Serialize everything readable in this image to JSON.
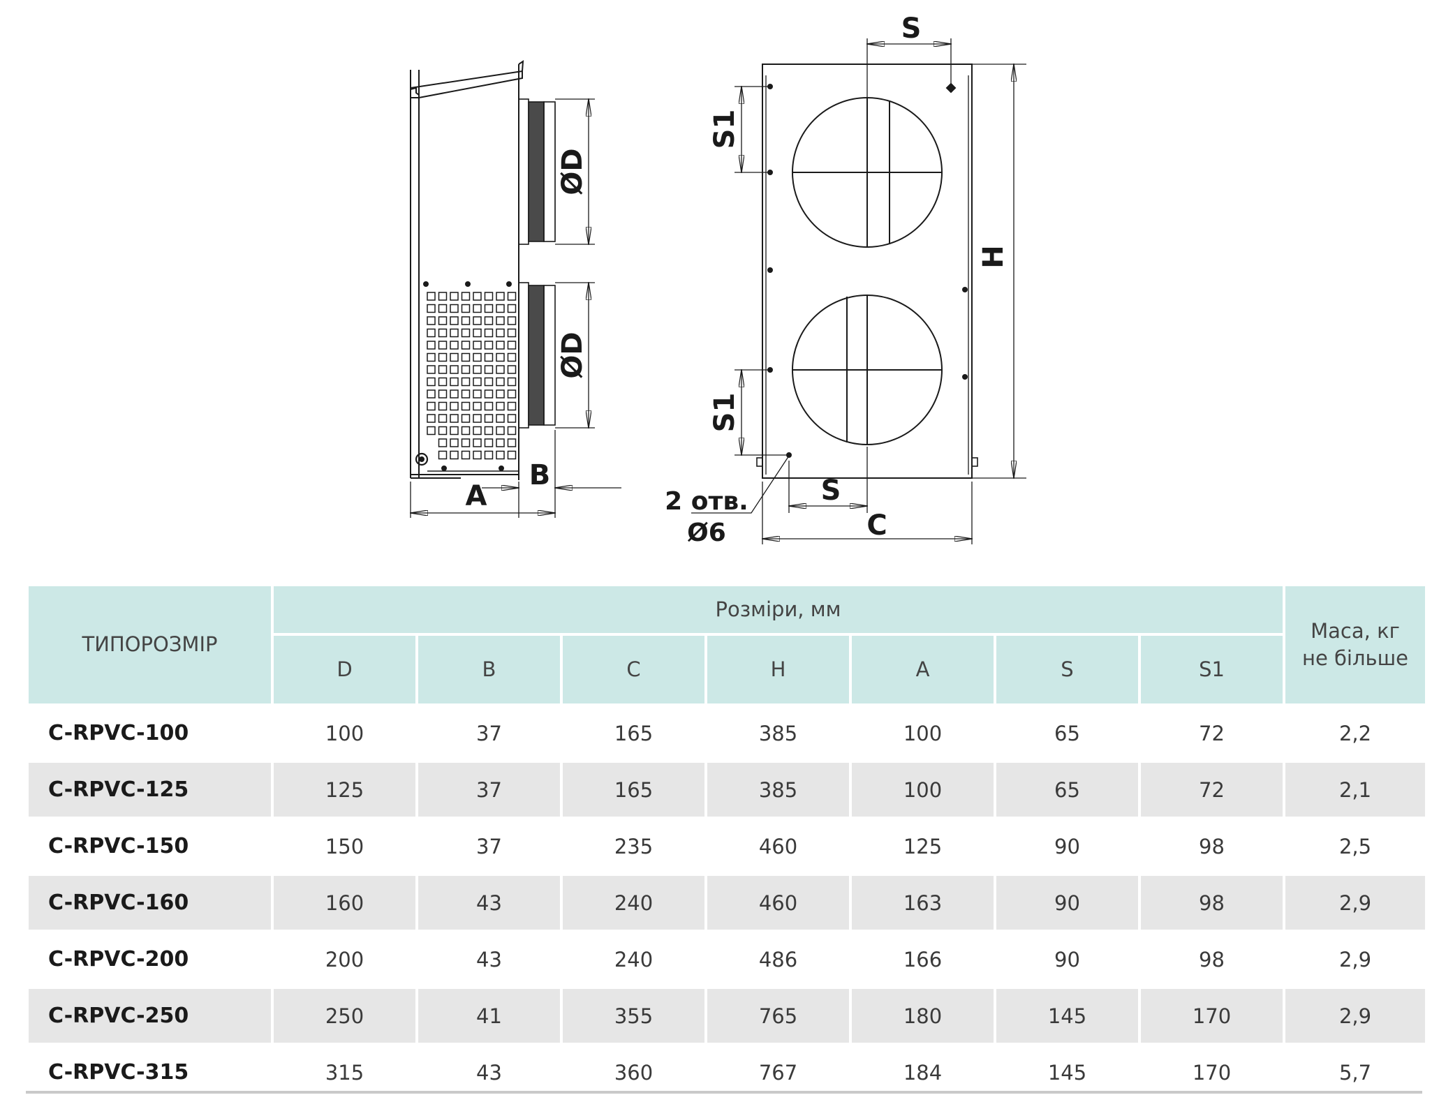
{
  "drawing": {
    "side_view": {
      "label_a": "A",
      "label_b": "B",
      "label_d_top": "ØD",
      "label_d_bottom": "ØD"
    },
    "front_view": {
      "label_s_top": "S",
      "label_s_bottom": "S",
      "label_s1_top": "S1",
      "label_s1_bottom": "S1",
      "label_h": "H",
      "label_c": "C",
      "holes_line1": "2 отв.",
      "holes_line2": "Ø6"
    }
  },
  "table": {
    "header_name": "ТИПОРОЗМІР",
    "header_group": "Розміри, мм",
    "header_mass_line1": "Маса, кг",
    "header_mass_line2": "не більше",
    "columns": [
      "D",
      "B",
      "C",
      "H",
      "A",
      "S",
      "S1"
    ],
    "rows": [
      [
        "C-RPVC-100",
        "100",
        "37",
        "165",
        "385",
        "100",
        "65",
        "72",
        "2,2"
      ],
      [
        "C-RPVC-125",
        "125",
        "37",
        "165",
        "385",
        "100",
        "65",
        "72",
        "2,1"
      ],
      [
        "C-RPVC-150",
        "150",
        "37",
        "235",
        "460",
        "125",
        "90",
        "98",
        "2,5"
      ],
      [
        "C-RPVC-160",
        "160",
        "43",
        "240",
        "460",
        "163",
        "90",
        "98",
        "2,9"
      ],
      [
        "C-RPVC-200",
        "200",
        "43",
        "240",
        "486",
        "166",
        "90",
        "98",
        "2,9"
      ],
      [
        "C-RPVC-250",
        "250",
        "41",
        "355",
        "765",
        "180",
        "145",
        "170",
        "2,9"
      ],
      [
        "C-RPVC-315",
        "315",
        "43",
        "360",
        "767",
        "184",
        "145",
        "170",
        "5,7"
      ]
    ]
  }
}
